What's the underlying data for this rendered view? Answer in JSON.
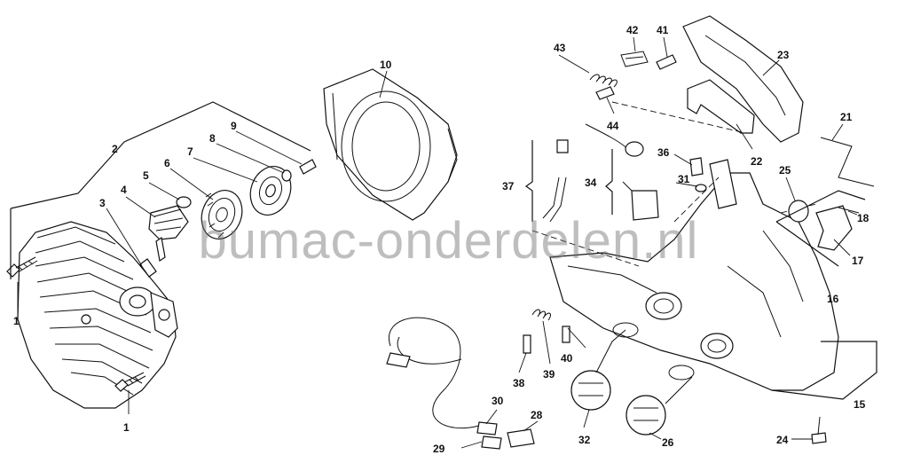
{
  "watermark": "bumac-onderdelen.nl",
  "callouts": [
    {
      "id": "1a",
      "text": "1"
    },
    {
      "id": "1b",
      "text": "1"
    },
    {
      "id": "2",
      "text": "2"
    },
    {
      "id": "3",
      "text": "3"
    },
    {
      "id": "4",
      "text": "4"
    },
    {
      "id": "5",
      "text": "5"
    },
    {
      "id": "6",
      "text": "6"
    },
    {
      "id": "7",
      "text": "7"
    },
    {
      "id": "8",
      "text": "8"
    },
    {
      "id": "9",
      "text": "9"
    },
    {
      "id": "10",
      "text": "10"
    },
    {
      "id": "15",
      "text": "15"
    },
    {
      "id": "16",
      "text": "16"
    },
    {
      "id": "17",
      "text": "17"
    },
    {
      "id": "18",
      "text": "18"
    },
    {
      "id": "21",
      "text": "21"
    },
    {
      "id": "22",
      "text": "22"
    },
    {
      "id": "23",
      "text": "23"
    },
    {
      "id": "24",
      "text": "24"
    },
    {
      "id": "25",
      "text": "25"
    },
    {
      "id": "26",
      "text": "26"
    },
    {
      "id": "28",
      "text": "28"
    },
    {
      "id": "29",
      "text": "29"
    },
    {
      "id": "30",
      "text": "30"
    },
    {
      "id": "31",
      "text": "31"
    },
    {
      "id": "32",
      "text": "32"
    },
    {
      "id": "34",
      "text": "34"
    },
    {
      "id": "36",
      "text": "36"
    },
    {
      "id": "37",
      "text": "37"
    },
    {
      "id": "38",
      "text": "38"
    },
    {
      "id": "39",
      "text": "39"
    },
    {
      "id": "40",
      "text": "40"
    },
    {
      "id": "41",
      "text": "41"
    },
    {
      "id": "42",
      "text": "42"
    },
    {
      "id": "43",
      "text": "43"
    },
    {
      "id": "44",
      "text": "44"
    }
  ]
}
